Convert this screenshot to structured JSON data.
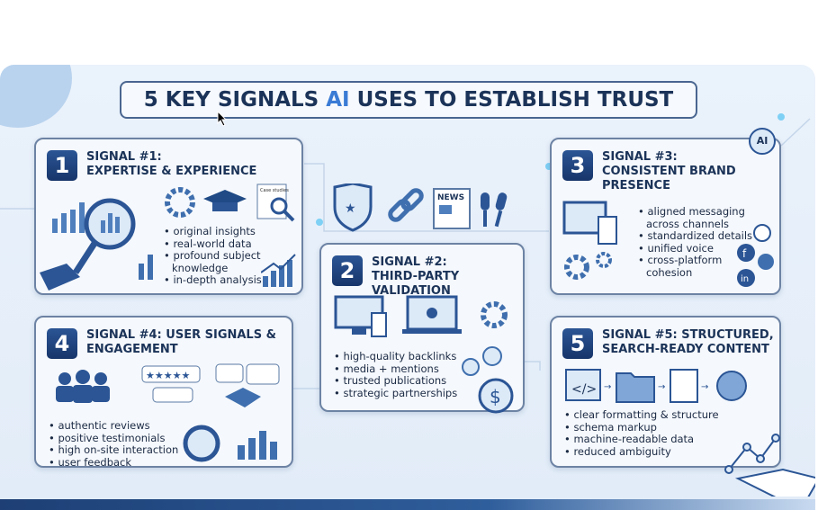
{
  "title": {
    "before": "5 KEY SIGNALS ",
    "highlight": "AI",
    "after": " USES TO ESTABLISH TRUST"
  },
  "colors": {
    "navy": "#1b3358",
    "accent": "#3a7bd5",
    "card_border": "#6d83a4"
  },
  "signals": [
    {
      "number": "1",
      "line1": "SIGNAL #1:",
      "line2": "EXPERTISE & EXPERIENCE",
      "icon_label": "Case studies",
      "bullets": [
        "original insights",
        "real-world data",
        "profound subject",
        "knowledge",
        "in-depth analysis"
      ]
    },
    {
      "number": "2",
      "line1": "SIGNAL #2:",
      "line2": "THIRD-PARTY VALIDATION",
      "icon_label": "NEWS",
      "bullets": [
        "high-quality backlinks",
        "media + mentions",
        "trusted publications",
        "strategic partnerships"
      ]
    },
    {
      "number": "3",
      "line1": "SIGNAL #3:",
      "line2": "CONSISTENT BRAND",
      "line3": "PRESENCE",
      "bullets": [
        "aligned messaging",
        "across channels",
        "standardized details",
        "unified voice",
        "cross-platform",
        "cohesion"
      ]
    },
    {
      "number": "4",
      "line1": "SIGNAL #4: USER SIGNALS &",
      "line2": "ENGAGEMENT",
      "bullets": [
        "authentic reviews",
        "positive testimonials",
        "high on-site interaction",
        "user feedback"
      ]
    },
    {
      "number": "5",
      "line1": "SIGNAL #5: STRUCTURED,",
      "line2": "SEARCH-READY CONTENT",
      "bullets": [
        "clear formatting & structure",
        "schema markup",
        "machine-readable data",
        "reduced ambiguity"
      ]
    }
  ],
  "ai_badge": "AI"
}
